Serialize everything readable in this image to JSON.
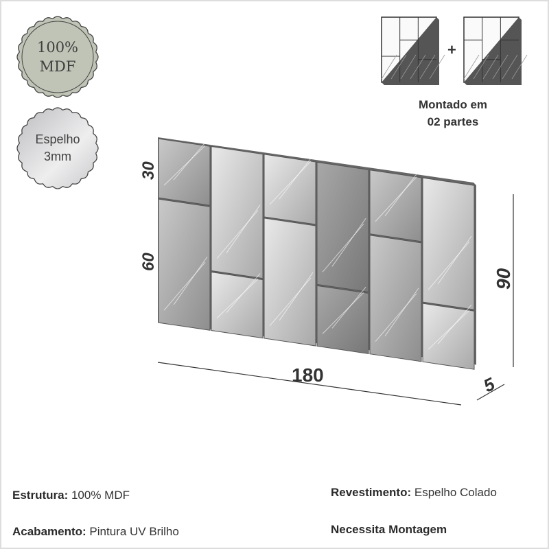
{
  "badges": [
    {
      "line1": "100%",
      "line2": "MDF",
      "color": "#bfc4b6"
    },
    {
      "line1": "Espelho",
      "line2": "3mm",
      "color": "#d8d8da"
    }
  ],
  "assembly": {
    "plus": "+",
    "caption_line1": "Montado em",
    "caption_line2": "02 partes"
  },
  "dimensions": {
    "top_tile": "30",
    "tall_tile": "60",
    "height": "90",
    "width": "180",
    "depth": "5"
  },
  "specs": {
    "estrutura_label": "Estrutura:",
    "estrutura_value": " 100% MDF",
    "revestimento_label": "Revestimento:",
    "revestimento_value": " Espelho Colado",
    "acabamento_label": "Acabamento:",
    "acabamento_value": " Pintura UV Brilho",
    "montagem": "Necessita Montagem"
  }
}
